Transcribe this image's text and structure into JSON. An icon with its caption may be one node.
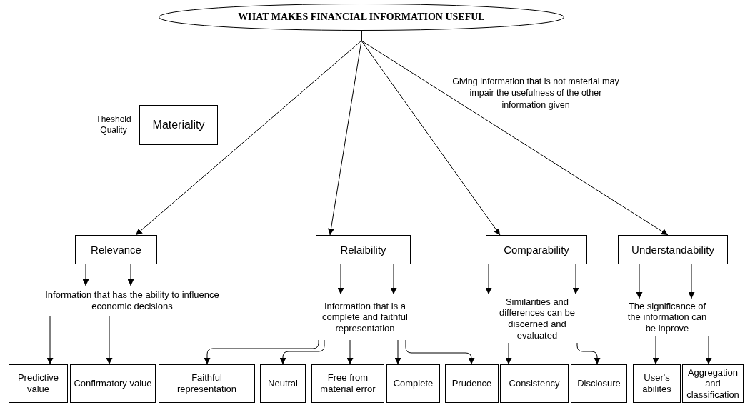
{
  "diagram": {
    "nodes": [
      {
        "text": [
          "WHAT MAKES FINANCIAL INFORMATION USEFUL"
        ]
      },
      {
        "text": [
          "Materiality"
        ],
        "beside": [
          "Theshold Quality"
        ]
      },
      {
        "text": [
          "Relevance"
        ]
      },
      {
        "text": [
          "Relaibility"
        ]
      },
      {
        "text": [
          "Comparability"
        ]
      },
      {
        "text": [
          "Understandability"
        ]
      },
      {
        "text": [
          "Information that has the ability to influence economic decisions"
        ]
      },
      {
        "text": [
          "Information that is a complete and faithful representation"
        ]
      },
      {
        "text": [
          "Similarities and differences can be discerned and evaluated"
        ]
      },
      {
        "text": [
          "The significance of the information can be inprove"
        ]
      },
      {
        "text": [
          "Predictive value"
        ]
      },
      {
        "text": [
          "Confirmatory value"
        ]
      },
      {
        "text": [
          "Faithful representation"
        ]
      },
      {
        "text": [
          "Neutral"
        ]
      },
      {
        "text": [
          "Free from material error"
        ]
      },
      {
        "text": [
          "Complete"
        ]
      },
      {
        "text": [
          "Prudence"
        ]
      },
      {
        "text": [
          "Consistency"
        ]
      },
      {
        "text": [
          "Disclosure"
        ]
      },
      {
        "text": [
          "User's abilites"
        ]
      },
      {
        "text": [
          "Aggregation and classification"
        ]
      }
    ],
    "edges": [
      {
        "from": 0,
        "to": 2,
        "arrow": "to"
      },
      {
        "from": 0,
        "to": 3,
        "arrow": "to"
      },
      {
        "from": 0,
        "to": 4,
        "arrow": "to"
      },
      {
        "from": 0,
        "to": 5,
        "arrow": "to"
      },
      {
        "from": 2,
        "to": 6,
        "arrow": "to"
      },
      {
        "from": 2,
        "to": 6,
        "arrow": "to"
      },
      {
        "from": 3,
        "to": 7,
        "arrow": "to"
      },
      {
        "from": 3,
        "to": 7,
        "arrow": "to"
      },
      {
        "from": 4,
        "to": 8,
        "arrow": "to"
      },
      {
        "from": 4,
        "to": 8,
        "arrow": "to"
      },
      {
        "from": 5,
        "to": 9,
        "arrow": "to"
      },
      {
        "from": 5,
        "to": 9,
        "arrow": "to"
      },
      {
        "from": 6,
        "to": 10,
        "arrow": "to"
      },
      {
        "from": 6,
        "to": 11,
        "arrow": "to"
      },
      {
        "from": 7,
        "to": 12,
        "arrow": "to"
      },
      {
        "from": 7,
        "to": 13,
        "arrow": "to"
      },
      {
        "from": 7,
        "to": 14,
        "arrow": "to"
      },
      {
        "from": 7,
        "to": 15,
        "arrow": "to"
      },
      {
        "from": 7,
        "to": 16,
        "arrow": "to"
      },
      {
        "from": 8,
        "to": 17,
        "arrow": "to"
      },
      {
        "from": 8,
        "to": 18,
        "arrow": "to"
      },
      {
        "from": 9,
        "to": 19,
        "arrow": "to"
      },
      {
        "from": 9,
        "to": 20,
        "arrow": "to"
      }
    ],
    "labels": [
      "Giving information that is not material may impair the usefulness of the other information given"
    ]
  }
}
